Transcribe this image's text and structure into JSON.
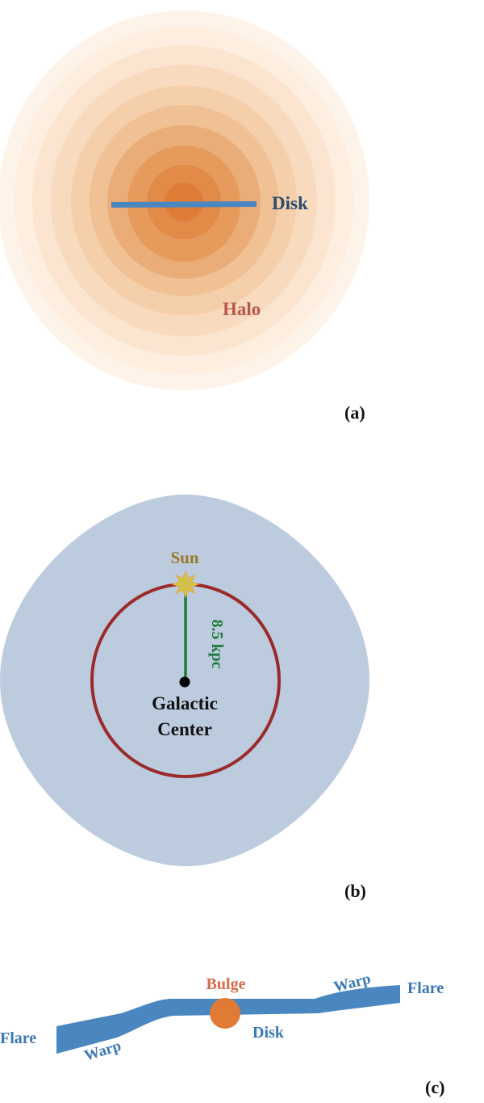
{
  "panels": {
    "a": {
      "label": "(a)",
      "disk_label": "Disk",
      "halo_label": "Halo",
      "colors": {
        "disk": "#4a86c0",
        "disk_text": "#2a4a6e",
        "halo_text": "#b85a4a",
        "halo_core": "#e07a35"
      }
    },
    "b": {
      "label": "(b)",
      "sun_label": "Sun",
      "distance_label": "8.5 kpc",
      "center_label_line1": "Galactic",
      "center_label_line2": "Center",
      "colors": {
        "background_blob": "#bccbde",
        "orbit": "#9b2b2b",
        "radius_line": "#1f7a3e",
        "sun": "#d8c34a",
        "sun_text": "#9a7a2a",
        "center_dot": "#000000"
      }
    },
    "c": {
      "label": "(c)",
      "bulge_label": "Bulge",
      "disk_label": "Disk",
      "warp_left_label": "Warp",
      "warp_right_label": "Warp",
      "flare_left_label": "Flare",
      "flare_right_label": "Flare",
      "colors": {
        "disk": "#4a86c0",
        "bulge": "#e07a35",
        "bulge_text": "#d96a4a",
        "disk_text": "#3a78b6"
      }
    }
  }
}
